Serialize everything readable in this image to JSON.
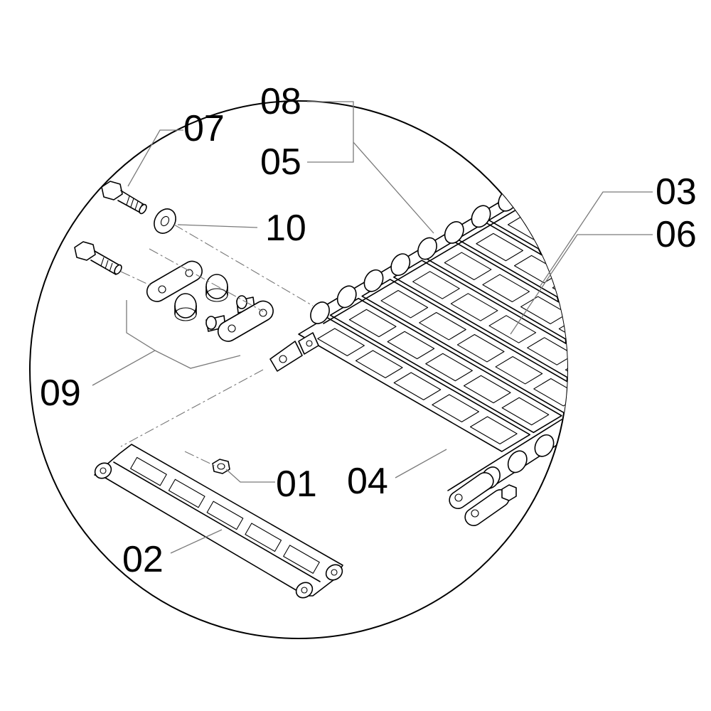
{
  "callouts": {
    "c01": "01",
    "c02": "02",
    "c03": "03",
    "c04": "04",
    "c05": "05",
    "c06": "06",
    "c07": "07",
    "c08": "08",
    "c09": "09",
    "c10": "10"
  },
  "colors": {
    "line": "#000000",
    "leader": "#7a7a7a",
    "background": "#ffffff"
  }
}
